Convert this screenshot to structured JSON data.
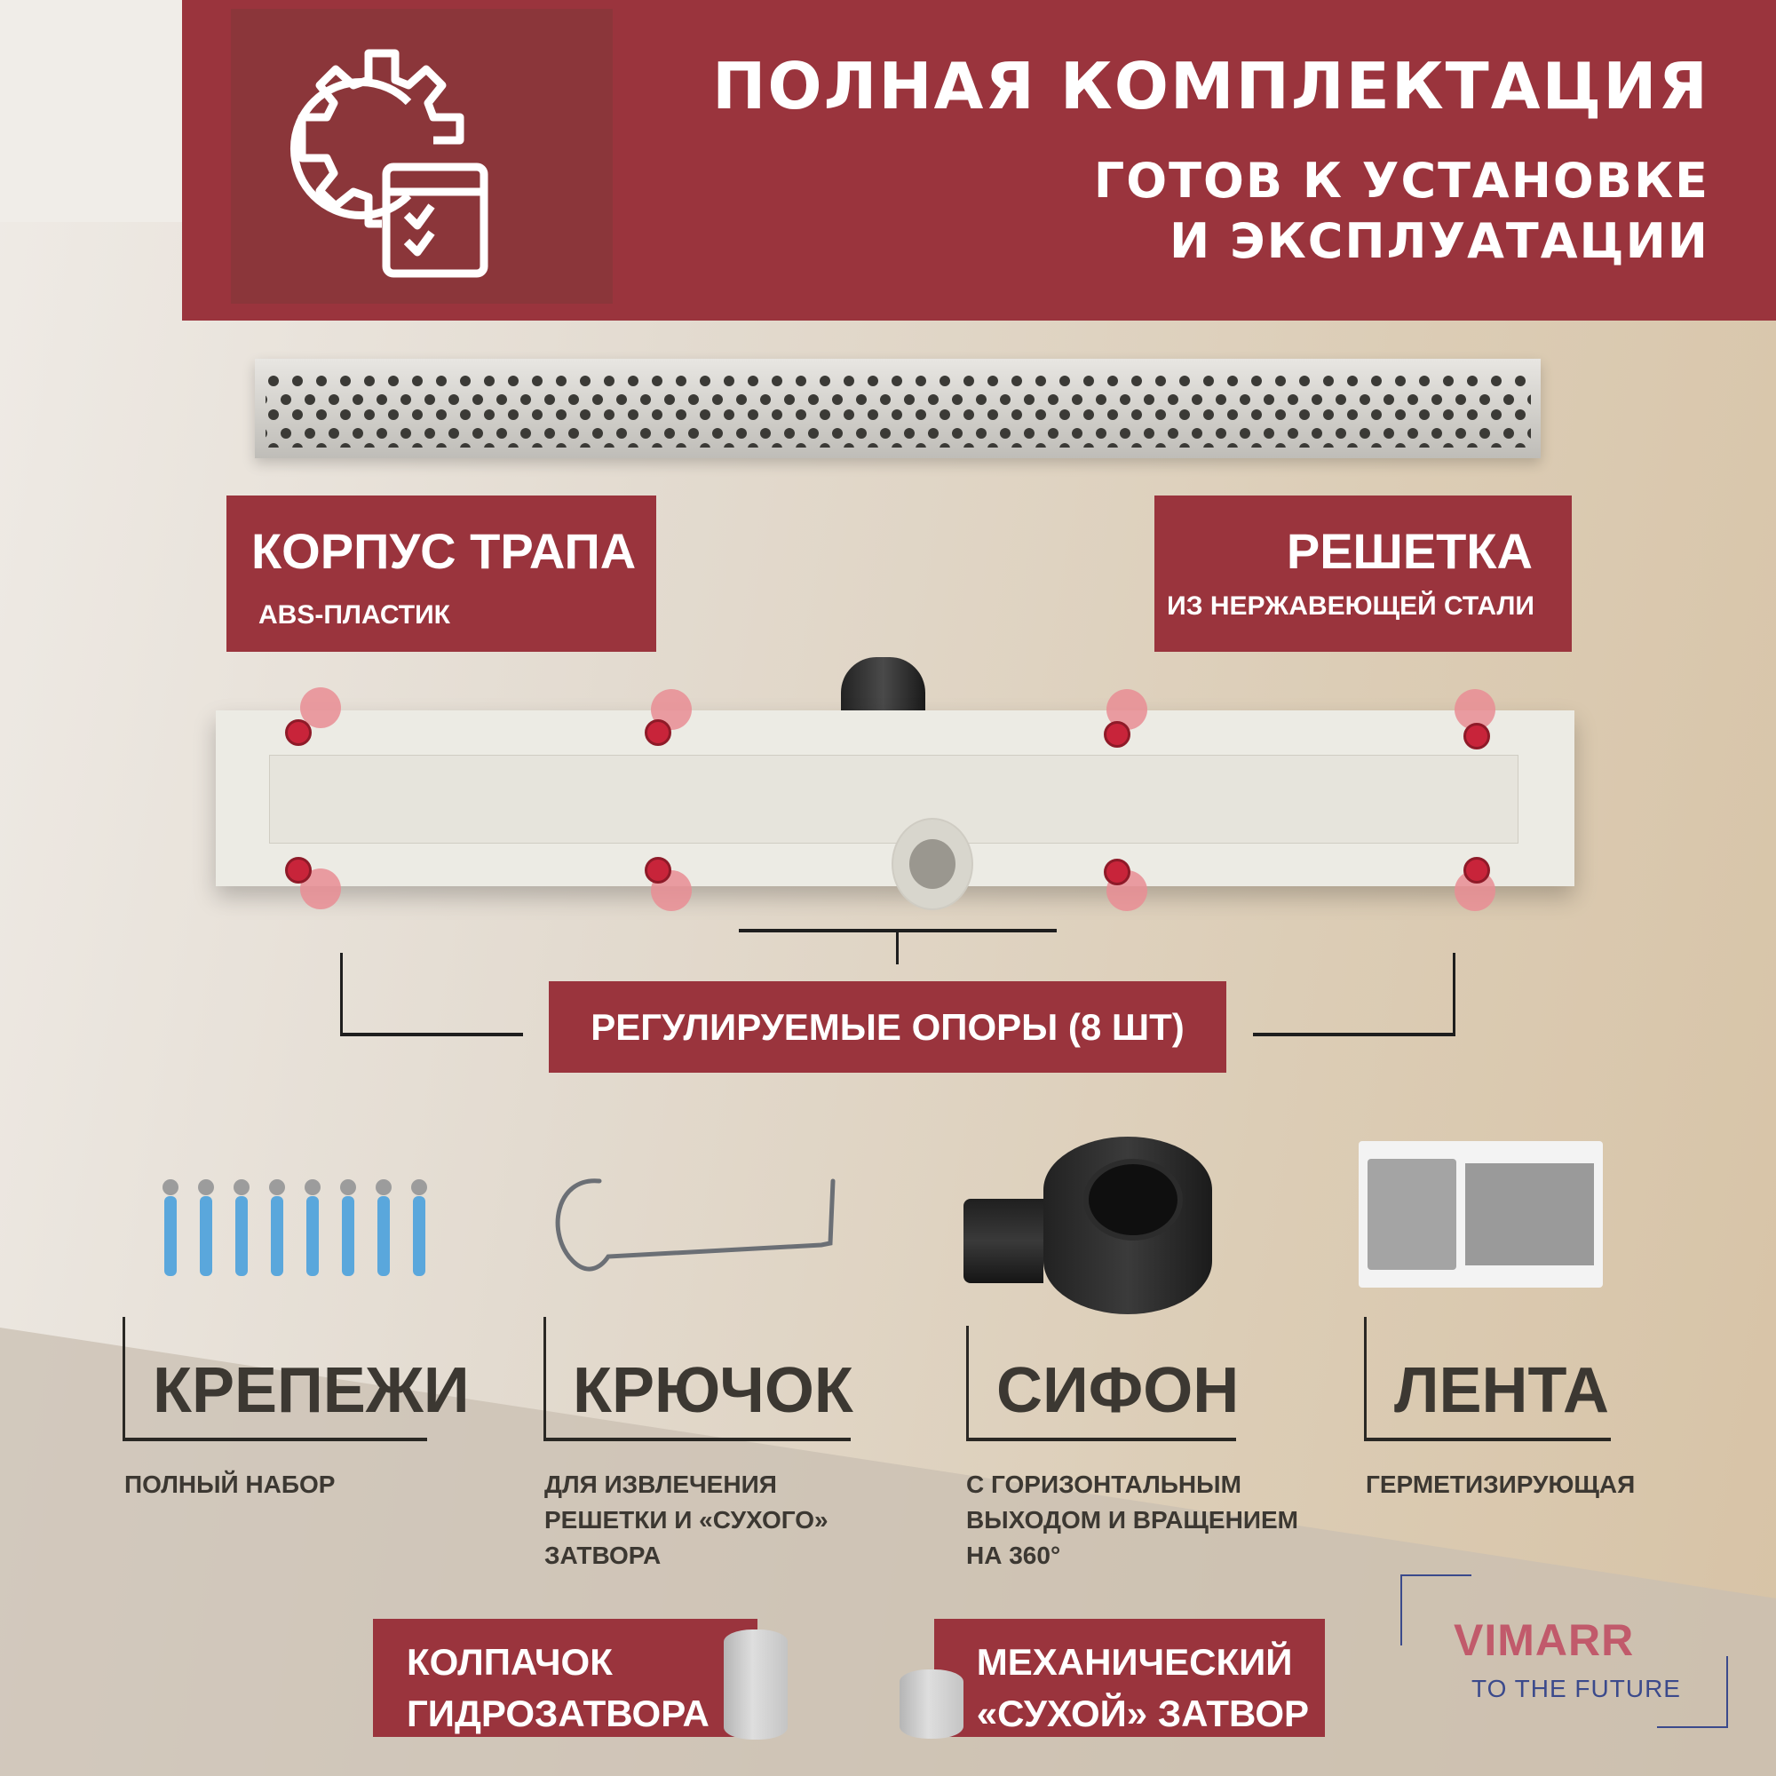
{
  "header": {
    "title": "ПОЛНАЯ КОМПЛЕКТАЦИЯ",
    "subtitle_line1": "ГОТОВ К УСТАНОВКЕ",
    "subtitle_line2": "И ЭКСПЛУАТАЦИИ",
    "icon": "gear-checklist-icon",
    "bg_color": "#9a343d",
    "icon_box_color": "#8b363a"
  },
  "labels": {
    "body": {
      "title": "КОРПУС ТРАПА",
      "subtitle": "ABS-ПЛАСТИК"
    },
    "grate": {
      "title": "РЕШЕТКА",
      "subtitle": "ИЗ НЕРЖАВЕЮЩЕЙ СТАЛИ"
    },
    "supports": {
      "title": "РЕГУЛИРУЕМЫЕ ОПОРЫ (8 ШТ)"
    }
  },
  "items": [
    {
      "title": "КРЕПЕЖИ",
      "desc": [
        "ПОЛНЫЙ НАБОР"
      ],
      "image": "dowels-screws-image"
    },
    {
      "title": "КРЮЧОК",
      "desc": [
        "ДЛЯ ИЗВЛЕЧЕНИЯ",
        "РЕШЕТКИ И «СУХОГО»",
        "ЗАТВОРА"
      ],
      "image": "hook-image"
    },
    {
      "title": "СИФОН",
      "desc": [
        "С ГОРИЗОНТАЛЬНЫМ",
        "ВЫХОДОМ И ВРАЩЕНИЕМ",
        "НА 360°"
      ],
      "image": "siphon-image"
    },
    {
      "title": "ЛЕНТА",
      "desc": [
        "ГЕРМЕТИЗИРУЮЩАЯ"
      ],
      "image": "sealing-tape-image"
    }
  ],
  "bottom_labels": {
    "cap": {
      "line1": "КОЛПАЧОК",
      "line2": "ГИДРОЗАТВОРА"
    },
    "dry_trap": {
      "line1": "МЕХАНИЧЕСКИЙ",
      "line2": "«СУХОЙ» ЗАТВОР"
    }
  },
  "brand": {
    "name": "VIMARR",
    "tagline": "TO THE FUTURE",
    "name_color": "#c15a6b",
    "tagline_color": "#3b4a8c"
  },
  "colors": {
    "accent": "#9a343d",
    "text_dark": "#3c3832"
  }
}
